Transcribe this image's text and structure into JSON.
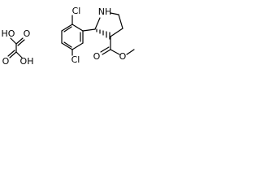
{
  "structure": {
    "oxalic_acid": {
      "atoms": {
        "ho_top": "HO",
        "o_top": "O",
        "o_bottom": "O",
        "oh_bottom": "OH"
      }
    },
    "pyrrolidine_ester": {
      "atoms": {
        "nh": "NH",
        "cl_top": "Cl",
        "cl_bottom": "Cl",
        "o_carbonyl": "O",
        "o_ester": "O"
      }
    }
  }
}
